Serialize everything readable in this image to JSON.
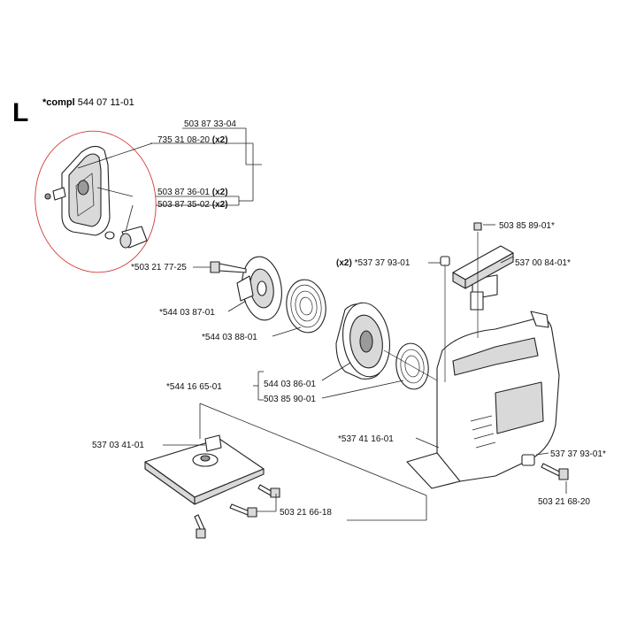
{
  "section": {
    "letter": "L",
    "compl_prefix": "*compl",
    "compl_number": "544 07 11-01"
  },
  "labels": {
    "p503873304": "503 87 33-04",
    "p735310820": "735 31 08-20",
    "p503873601": "503 87 36-01",
    "p503873502": "503 87 35-02",
    "p503217725": "*503 21 77-25",
    "p544038701": "*544 03 87-01",
    "p544038801": "*544 03 88-01",
    "p544166501": "*544 16 65-01",
    "p544038601": "544 03 86-01",
    "p503859001": "503 85 90-01",
    "p537034101": "537 03 41-01",
    "p503216618": "503 21 66-18",
    "p503858901": "503 85 89-01*",
    "p537379301a": "*537 37 93-01",
    "p537008401": "537 00 84-01*",
    "p537411601": "*537 41 16-01",
    "p537379301b": "537 37 93-01*",
    "p503216820": "503 21 68-20"
  },
  "qty": {
    "x2": "(x2)"
  }
}
